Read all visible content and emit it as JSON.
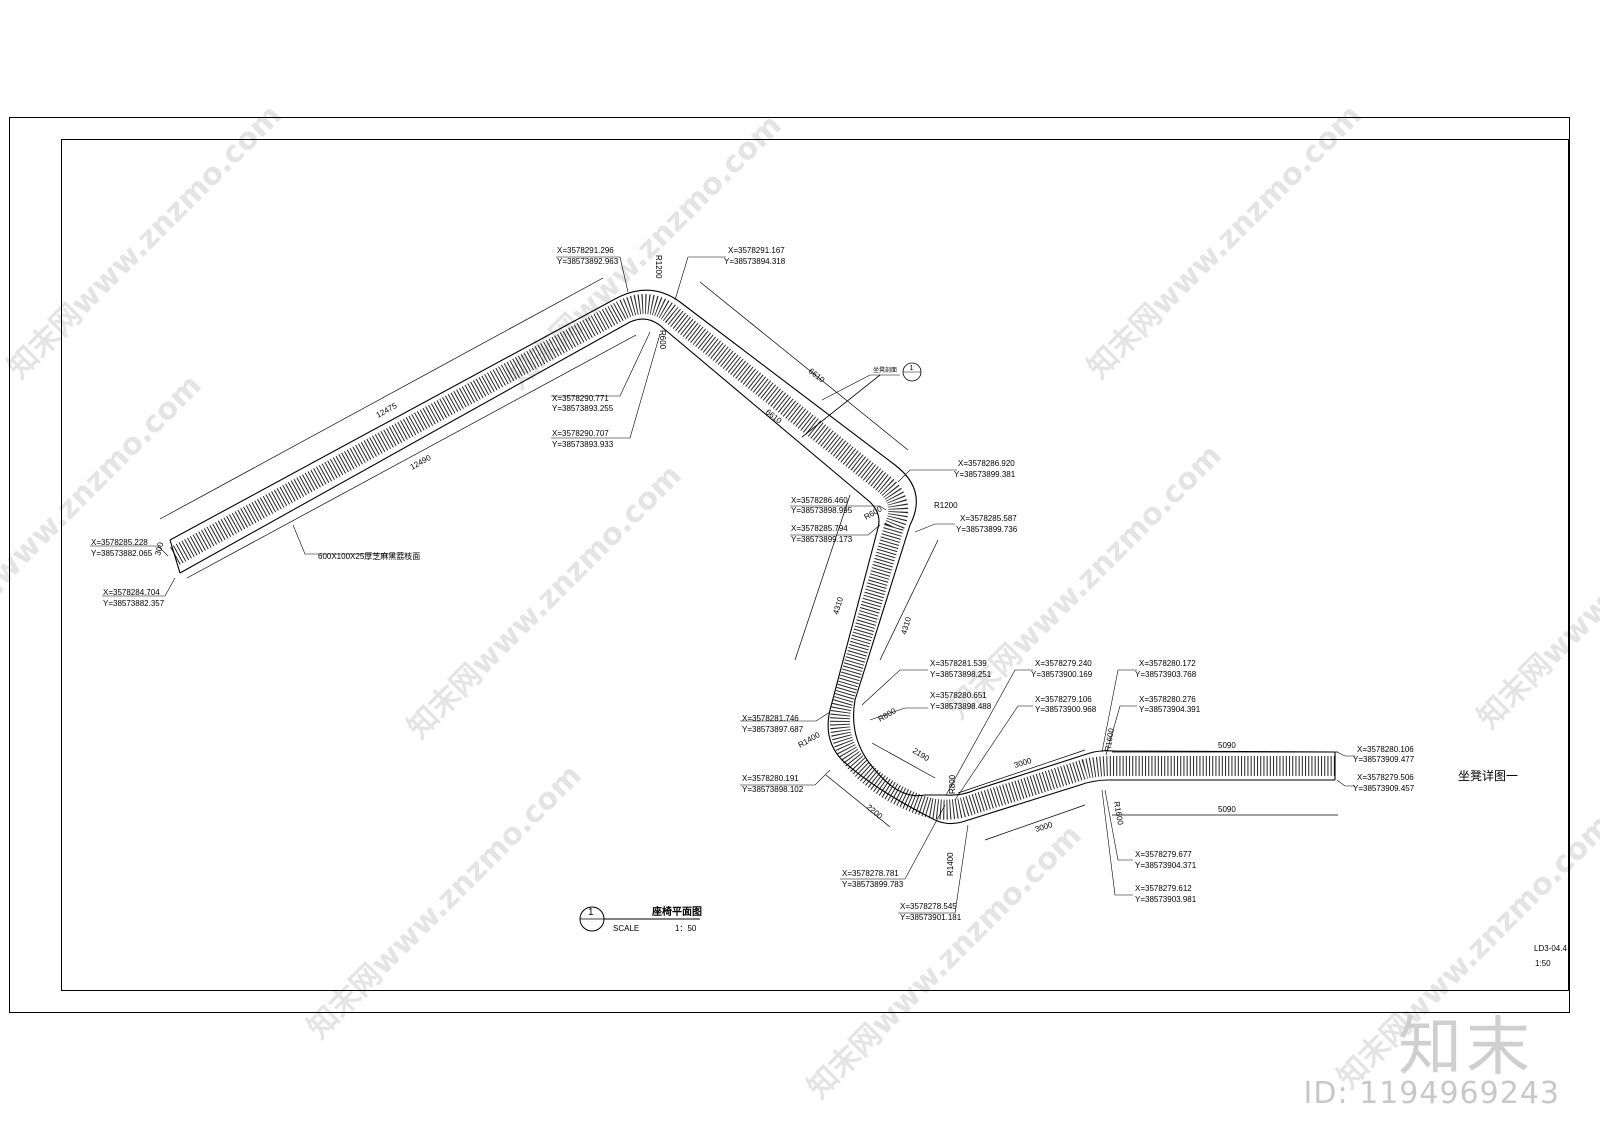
{
  "drawing": {
    "plan_title": "座椅平面图",
    "scale_label": "SCALE",
    "scale_value": "1：50",
    "callout_number": "1",
    "detail_title": "坐凳详图一",
    "section_marker_label": "坐凳剖面",
    "section_marker_number": "1",
    "sheet_number": "LD3-04.4",
    "sheet_scale": "1:50",
    "material_note": "600X100X25厚芝麻黑荔枝面",
    "width_dim": "300",
    "radius_labels": {
      "r1200_top": "R1200",
      "r600_top": "R600",
      "r600_mid": "R600",
      "r1200_mid": "R1200",
      "r800": "R800",
      "r1400_left": "R1400",
      "r1400_bottom": "R1400",
      "r800_bottom": "R800",
      "r1600_top": "R1600",
      "r1600_bottom": "R1600"
    },
    "dimensions": {
      "d12475": "12475",
      "d12490": "12490",
      "d6610a": "6610",
      "d6610b": "6610",
      "d4310a": "4310",
      "d4310b": "4310",
      "d2190": "2190",
      "d2200": "2200",
      "d3000a": "3000",
      "d3000b": "3000",
      "d5090a": "5090",
      "d5090b": "5090"
    },
    "coordinates": [
      {
        "x": "X=3578285.228",
        "y": "Y=38573882.065"
      },
      {
        "x": "X=3578284.704",
        "y": "Y=38573882.357"
      },
      {
        "x": "X=3578291.296",
        "y": "Y=38573892.963"
      },
      {
        "x": "X=3578291.167",
        "y": "Y=38573894.318"
      },
      {
        "x": "X=3578290.771",
        "y": "Y=38573893.255"
      },
      {
        "x": "X=3578290.707",
        "y": "Y=38573893.933"
      },
      {
        "x": "X=3578286.920",
        "y": "Y=38573899.381"
      },
      {
        "x": "X=3578286.460",
        "y": "Y=38573898.995"
      },
      {
        "x": "X=3578285.794",
        "y": "Y=38573899.173"
      },
      {
        "x": "X=3578285.587",
        "y": "Y=38573899.736"
      },
      {
        "x": "X=3578281.539",
        "y": "Y=38573898.251"
      },
      {
        "x": "X=3578280.651",
        "y": "Y=38573898.488"
      },
      {
        "x": "X=3578281.746",
        "y": "Y=38573897.687"
      },
      {
        "x": "X=3578280.191",
        "y": "Y=38573898.102"
      },
      {
        "x": "X=3578279.240",
        "y": "Y=38573900.169"
      },
      {
        "x": "X=3578279.106",
        "y": "Y=38573900.968"
      },
      {
        "x": "X=3578278.781",
        "y": "Y=38573899.783"
      },
      {
        "x": "X=3578278.545",
        "y": "Y=38573901.181"
      },
      {
        "x": "X=3578280.172",
        "y": "Y=38573903.768"
      },
      {
        "x": "X=3578280.276",
        "y": "Y=38573904.391"
      },
      {
        "x": "X=3578279.677",
        "y": "Y=38573904.371"
      },
      {
        "x": "X=3578279.612",
        "y": "Y=38573903.981"
      },
      {
        "x": "X=3578280.106",
        "y": "Y=38573909.477"
      },
      {
        "x": "X=3578279.506",
        "y": "Y=38573909.457"
      }
    ]
  },
  "watermark": {
    "text": "知末网www.znzmo.com",
    "brand": "知末",
    "image_id": "ID: 1194969243"
  }
}
